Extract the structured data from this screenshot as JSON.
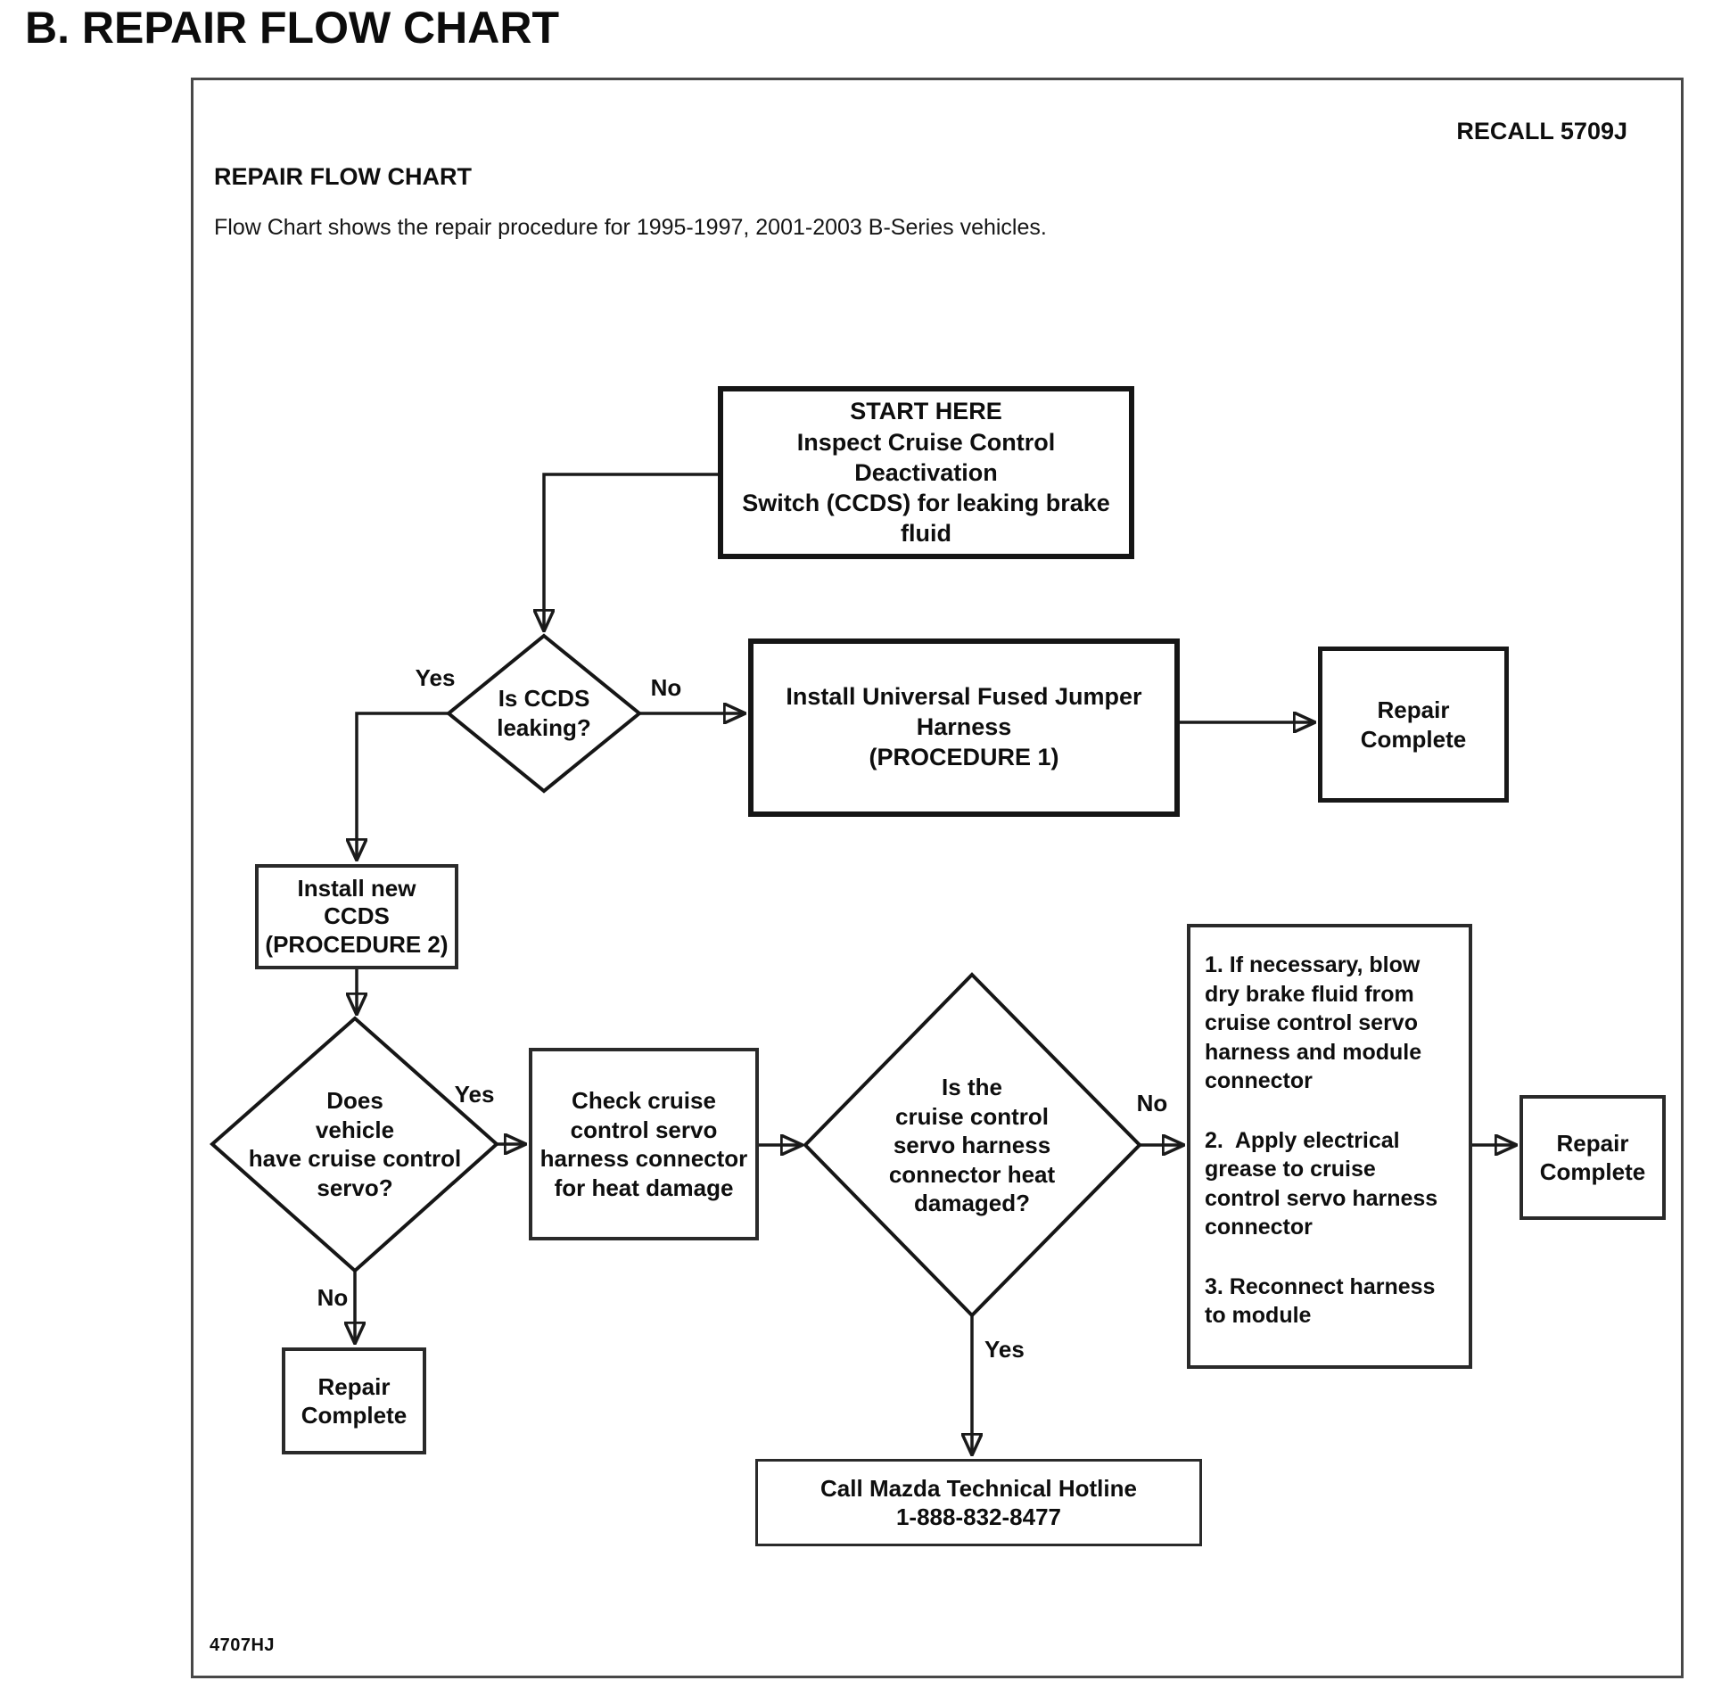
{
  "page_title": "B. REPAIR FLOW CHART",
  "doc": {
    "recall_ref": "RECALL 5709J",
    "heading": "REPAIR FLOW CHART",
    "intro": "Flow Chart shows the repair procedure for 1995-1997, 2001-2003 B-Series vehicles.",
    "doc_code": "4707HJ"
  },
  "flowchart": {
    "start": {
      "title": "START HERE",
      "text": "Inspect Cruise Control Deactivation\nSwitch (CCDS) for leaking brake fluid"
    },
    "decision_ccds_leaking": {
      "text": "Is CCDS\nleaking?",
      "yes": "Yes",
      "no": "No"
    },
    "procedure1": {
      "text": "Install Universal Fused Jumper\nHarness\n(PROCEDURE 1)"
    },
    "repair_complete_top": {
      "text": "Repair\nComplete"
    },
    "install_new_ccds": {
      "text": "Install new\nCCDS\n(PROCEDURE 2)"
    },
    "decision_has_servo": {
      "text": "Does\nvehicle\nhave cruise control\nservo?",
      "yes": "Yes",
      "no": "No"
    },
    "check_connector": {
      "text": "Check cruise\ncontrol servo\nharness connector\nfor heat damage"
    },
    "decision_heat_damage": {
      "text": "Is the\ncruise control\nservo harness\nconnector heat\ndamaged?",
      "yes": "Yes",
      "no": "No"
    },
    "servo_steps": {
      "items": [
        "1. If necessary, blow dry brake fluid from cruise control servo harness and module connector",
        "2.  Apply electrical grease to cruise  control servo harness connector",
        "3. Reconnect harness to module"
      ]
    },
    "repair_complete_right": {
      "text": "Repair\nComplete"
    },
    "repair_complete_left": {
      "text": "Repair\nComplete"
    },
    "hotline": {
      "text": "Call Mazda Technical Hotline\n1-888-832-8477"
    }
  }
}
